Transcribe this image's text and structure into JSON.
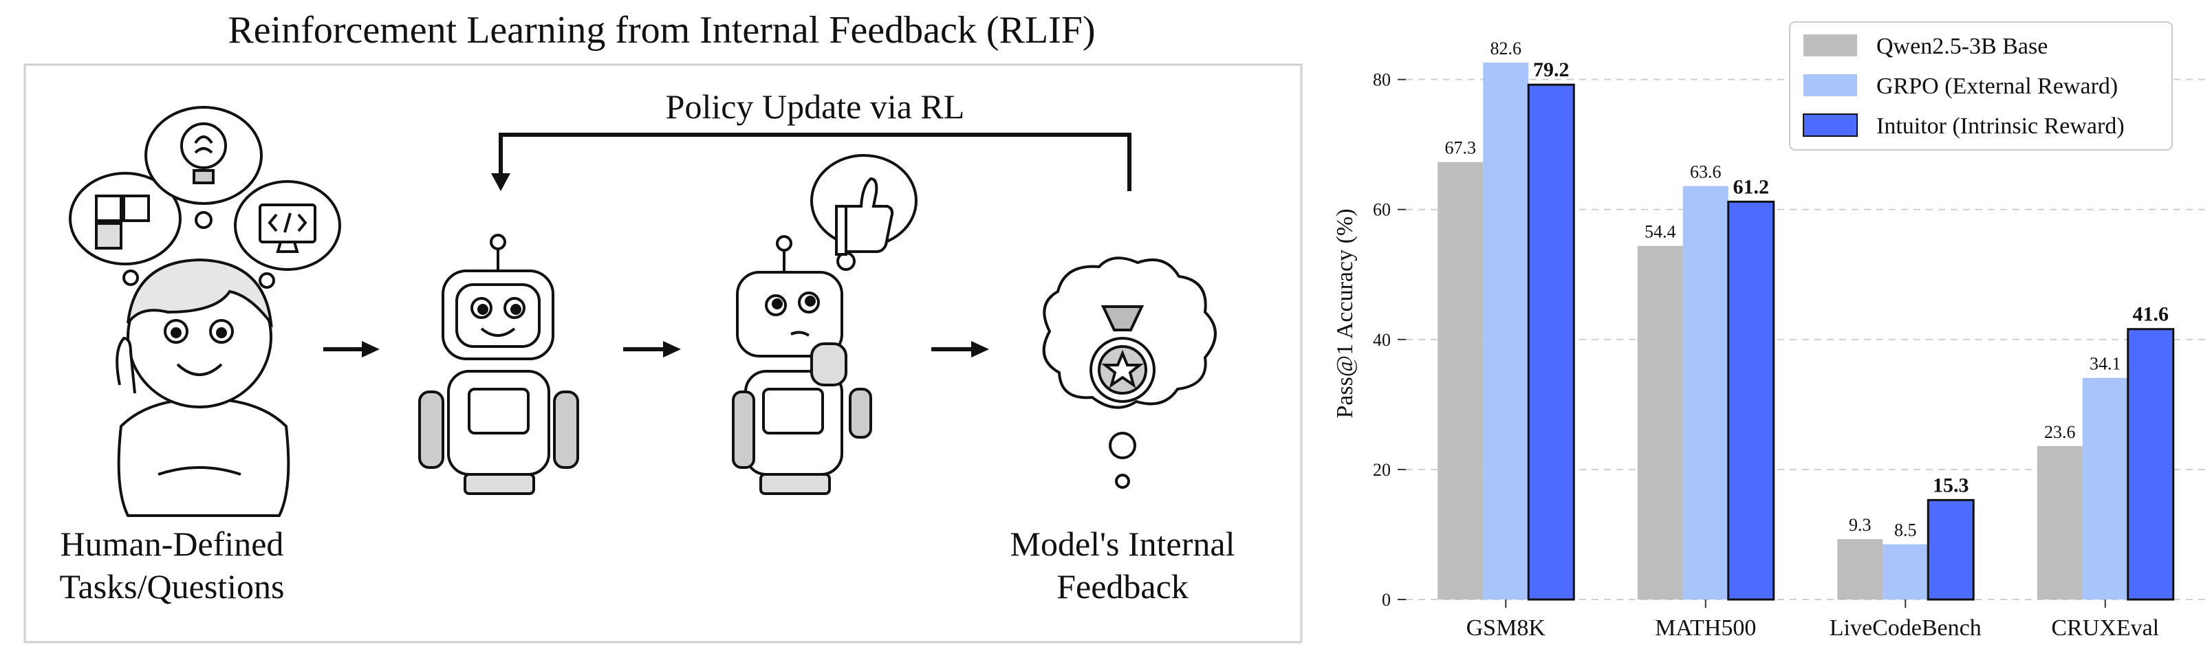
{
  "diagram": {
    "title": "Reinforcement Learning from Internal Feedback (RLIF)",
    "loop_label": "Policy Update via RL",
    "left_caption": [
      "Human-Defined",
      "Tasks/Questions"
    ],
    "right_caption": [
      "Model's Internal",
      "Feedback"
    ],
    "icons": [
      "puzzle-icon",
      "brain-lightbulb-icon",
      "code-monitor-icon",
      "thumbs-up-icon",
      "medal-star-icon"
    ]
  },
  "colors": {
    "base": "#bdbdbd",
    "grpo": "#a9c3fb",
    "intuitor": "#4d6cfd",
    "outline": "#111111",
    "grid": "#cfcfcf"
  },
  "chart_data": {
    "type": "bar",
    "categories": [
      "GSM8K",
      "MATH500",
      "LiveCodeBench",
      "CRUXEval"
    ],
    "series": [
      {
        "name": "Qwen2.5-3B Base",
        "values": [
          67.3,
          54.4,
          9.3,
          23.6
        ],
        "labels": [
          "67.3",
          "54.4",
          "9.3",
          "23.6"
        ]
      },
      {
        "name": "GRPO (External Reward)",
        "values": [
          82.6,
          63.6,
          8.5,
          34.1
        ],
        "labels": [
          "82.6",
          "63.6",
          "8.5",
          "34.1"
        ]
      },
      {
        "name": "Intuitor (Intrinsic Reward)",
        "values": [
          79.2,
          61.2,
          15.3,
          41.6
        ],
        "labels": [
          "79.2",
          "61.2",
          "15.3",
          "41.6"
        ]
      }
    ],
    "ylabel": "Pass@1 Accuracy (%)",
    "xlabel": "",
    "ylim": [
      0,
      88
    ],
    "yticks": [
      0,
      20,
      40,
      60,
      80
    ],
    "ytick_labels": [
      "0",
      "20",
      "40",
      "60",
      "80"
    ],
    "grid": "y-dashed",
    "legend": "top-right"
  }
}
